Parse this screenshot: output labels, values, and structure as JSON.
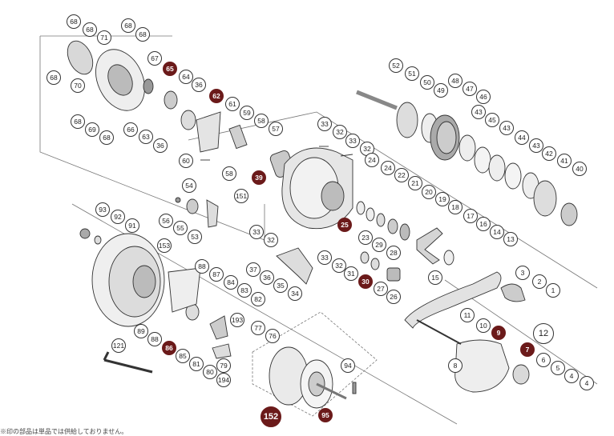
{
  "callouts": [
    {
      "id": "c68a",
      "text": "68",
      "hl": false
    },
    {
      "id": "c68b",
      "text": "68",
      "hl": false
    },
    {
      "id": "c71",
      "text": "71",
      "hl": false
    },
    {
      "id": "c68c",
      "text": "68",
      "hl": false
    },
    {
      "id": "c68d",
      "text": "68",
      "hl": false
    },
    {
      "id": "c68e",
      "text": "68",
      "hl": false
    },
    {
      "id": "c67",
      "text": "67",
      "hl": false
    },
    {
      "id": "c65",
      "text": "65",
      "hl": true
    },
    {
      "id": "c64",
      "text": "64",
      "hl": false
    },
    {
      "id": "c36a",
      "text": "36",
      "hl": false
    },
    {
      "id": "c70",
      "text": "70",
      "hl": false
    },
    {
      "id": "c62",
      "text": "62",
      "hl": true
    },
    {
      "id": "c61",
      "text": "61",
      "hl": false
    },
    {
      "id": "c59",
      "text": "59",
      "hl": false
    },
    {
      "id": "c58a",
      "text": "58",
      "hl": false
    },
    {
      "id": "c57",
      "text": "57",
      "hl": false
    },
    {
      "id": "c68f",
      "text": "68",
      "hl": false
    },
    {
      "id": "c69",
      "text": "69",
      "hl": false
    },
    {
      "id": "c68g",
      "text": "68",
      "hl": false
    },
    {
      "id": "c66",
      "text": "66",
      "hl": false
    },
    {
      "id": "c63",
      "text": "63",
      "hl": false
    },
    {
      "id": "c36b",
      "text": "36",
      "hl": false
    },
    {
      "id": "c60",
      "text": "60",
      "hl": false
    },
    {
      "id": "c58b",
      "text": "58",
      "hl": false
    },
    {
      "id": "c39",
      "text": "39",
      "hl": true
    },
    {
      "id": "c151",
      "text": "151",
      "hl": false
    },
    {
      "id": "c54",
      "text": "54",
      "hl": false
    },
    {
      "id": "c56",
      "text": "56",
      "hl": false
    },
    {
      "id": "c55",
      "text": "55",
      "hl": false
    },
    {
      "id": "c53",
      "text": "53",
      "hl": false
    },
    {
      "id": "c52",
      "text": "52",
      "hl": false
    },
    {
      "id": "c51",
      "text": "51",
      "hl": false
    },
    {
      "id": "c50",
      "text": "50",
      "hl": false
    },
    {
      "id": "c49",
      "text": "49",
      "hl": false
    },
    {
      "id": "c48",
      "text": "48",
      "hl": false
    },
    {
      "id": "c47",
      "text": "47",
      "hl": false
    },
    {
      "id": "c46",
      "text": "46",
      "hl": false
    },
    {
      "id": "c43a",
      "text": "43",
      "hl": false
    },
    {
      "id": "c45",
      "text": "45",
      "hl": false
    },
    {
      "id": "c43b",
      "text": "43",
      "hl": false
    },
    {
      "id": "c44",
      "text": "44",
      "hl": false
    },
    {
      "id": "c43c",
      "text": "43",
      "hl": false
    },
    {
      "id": "c42",
      "text": "42",
      "hl": false
    },
    {
      "id": "c41",
      "text": "41",
      "hl": false
    },
    {
      "id": "c40",
      "text": "40",
      "hl": false
    },
    {
      "id": "c33a",
      "text": "33",
      "hl": false
    },
    {
      "id": "c32a",
      "text": "32",
      "hl": false
    },
    {
      "id": "c33b",
      "text": "33",
      "hl": false
    },
    {
      "id": "c32b",
      "text": "32",
      "hl": false
    },
    {
      "id": "c24a",
      "text": "24",
      "hl": false
    },
    {
      "id": "c24b",
      "text": "24",
      "hl": false
    },
    {
      "id": "c22",
      "text": "22",
      "hl": false
    },
    {
      "id": "c21",
      "text": "21",
      "hl": false
    },
    {
      "id": "c20",
      "text": "20",
      "hl": false
    },
    {
      "id": "c19",
      "text": "19",
      "hl": false
    },
    {
      "id": "c18",
      "text": "18",
      "hl": false
    },
    {
      "id": "c17",
      "text": "17",
      "hl": false
    },
    {
      "id": "c16",
      "text": "16",
      "hl": false
    },
    {
      "id": "c25",
      "text": "25",
      "hl": true
    },
    {
      "id": "c14",
      "text": "14",
      "hl": false
    },
    {
      "id": "c13",
      "text": "13",
      "hl": false
    },
    {
      "id": "c33c",
      "text": "33",
      "hl": false
    },
    {
      "id": "c32c",
      "text": "32",
      "hl": false
    },
    {
      "id": "c23",
      "text": "23",
      "hl": false
    },
    {
      "id": "c29",
      "text": "29",
      "hl": false
    },
    {
      "id": "c28",
      "text": "28",
      "hl": false
    },
    {
      "id": "c33d",
      "text": "33",
      "hl": false
    },
    {
      "id": "c32d",
      "text": "32",
      "hl": false
    },
    {
      "id": "c31",
      "text": "31",
      "hl": false
    },
    {
      "id": "c30",
      "text": "30",
      "hl": true
    },
    {
      "id": "c27",
      "text": "27",
      "hl": false
    },
    {
      "id": "c26",
      "text": "26",
      "hl": false
    },
    {
      "id": "c15",
      "text": "15",
      "hl": false
    },
    {
      "id": "c37",
      "text": "37",
      "hl": false
    },
    {
      "id": "c36c",
      "text": "36",
      "hl": false
    },
    {
      "id": "c35",
      "text": "35",
      "hl": false
    },
    {
      "id": "c34",
      "text": "34",
      "hl": false
    },
    {
      "id": "c93",
      "text": "93",
      "hl": false
    },
    {
      "id": "c92",
      "text": "92",
      "hl": false
    },
    {
      "id": "c91",
      "text": "91",
      "hl": false
    },
    {
      "id": "c153",
      "text": "153",
      "hl": false
    },
    {
      "id": "c88a",
      "text": "88",
      "hl": false
    },
    {
      "id": "c87",
      "text": "87",
      "hl": false
    },
    {
      "id": "c84",
      "text": "84",
      "hl": false
    },
    {
      "id": "c83",
      "text": "83",
      "hl": false
    },
    {
      "id": "c82",
      "text": "82",
      "hl": false
    },
    {
      "id": "c193",
      "text": "193",
      "hl": false
    },
    {
      "id": "c77",
      "text": "77",
      "hl": false
    },
    {
      "id": "c76",
      "text": "76",
      "hl": false
    },
    {
      "id": "c89",
      "text": "89",
      "hl": false
    },
    {
      "id": "c88b",
      "text": "88",
      "hl": false
    },
    {
      "id": "c86",
      "text": "86",
      "hl": true
    },
    {
      "id": "c85",
      "text": "85",
      "hl": false
    },
    {
      "id": "c81",
      "text": "81",
      "hl": false
    },
    {
      "id": "c80",
      "text": "80",
      "hl": false
    },
    {
      "id": "c79",
      "text": "79",
      "hl": false
    },
    {
      "id": "c194",
      "text": "194",
      "hl": false
    },
    {
      "id": "c121",
      "text": "121",
      "hl": false
    },
    {
      "id": "c94",
      "text": "94",
      "hl": false
    },
    {
      "id": "c152",
      "text": "152",
      "hl": true
    },
    {
      "id": "c95",
      "text": "95",
      "hl": true
    },
    {
      "id": "c3",
      "text": "3",
      "hl": false
    },
    {
      "id": "c2",
      "text": "2",
      "hl": false
    },
    {
      "id": "c1",
      "text": "1",
      "hl": false
    },
    {
      "id": "c11",
      "text": "11",
      "hl": false
    },
    {
      "id": "c10",
      "text": "10",
      "hl": false
    },
    {
      "id": "c9",
      "text": "9",
      "hl": true
    },
    {
      "id": "c12",
      "text": "12",
      "hl": false
    },
    {
      "id": "c7",
      "text": "7",
      "hl": true
    },
    {
      "id": "c6",
      "text": "6",
      "hl": false
    },
    {
      "id": "c5",
      "text": "5",
      "hl": false
    },
    {
      "id": "c4a",
      "text": "4",
      "hl": false
    },
    {
      "id": "c4b",
      "text": "4",
      "hl": false
    },
    {
      "id": "c8",
      "text": "8",
      "hl": false
    }
  ],
  "footnote": "※印の部品は単品では供給しておりません。",
  "colors": {
    "highlight": "#6b1a1a",
    "line": "#333333",
    "part_fill": "#e8e8e8",
    "part_dark": "#9a9a9a"
  }
}
